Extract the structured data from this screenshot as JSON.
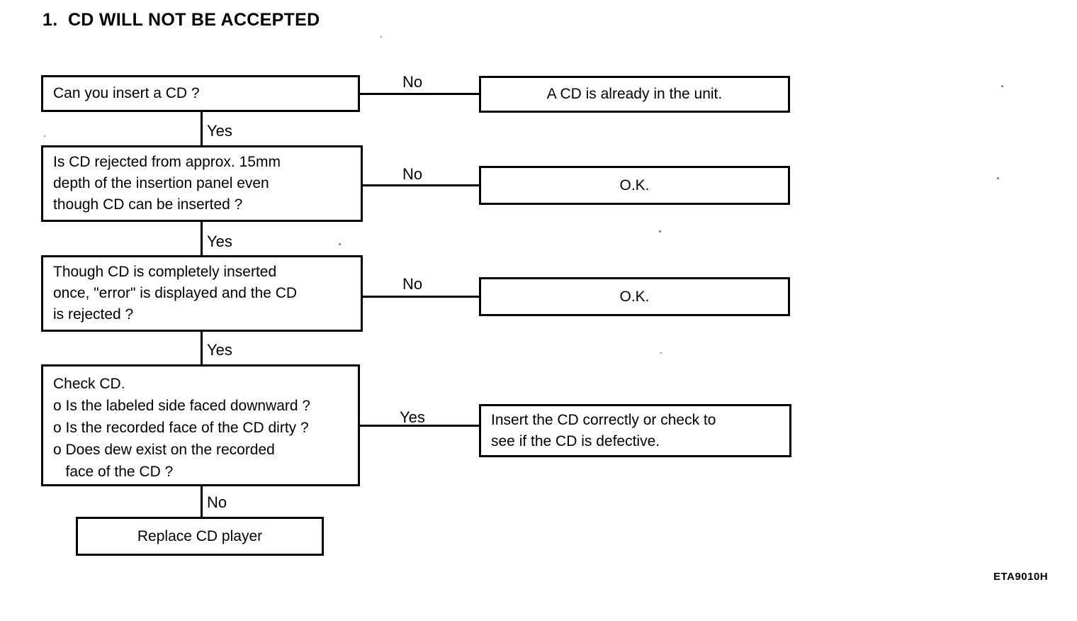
{
  "document": {
    "title": "1.  CD WILL NOT BE ACCEPTED",
    "code": "ETA9010H",
    "ink_color": "#000000",
    "paper_color": "#ffffff"
  },
  "flowchart": {
    "type": "troubleshooting-flowchart",
    "nodes": [
      {
        "id": "q1",
        "kind": "decision",
        "text": "Can you insert a CD ?",
        "lines": [
          "Can you insert a CD ?"
        ]
      },
      {
        "id": "r1",
        "kind": "result",
        "text": "A CD is already in the unit.",
        "lines": [
          "A CD is already in the unit."
        ]
      },
      {
        "id": "q2",
        "kind": "decision",
        "text": "Is CD rejected from approx. 15mm depth of the insertion panel even though CD can be inserted ?",
        "lines": [
          "Is CD rejected from approx. 15mm",
          "depth of the insertion panel even",
          "though CD can be inserted ?"
        ]
      },
      {
        "id": "r2",
        "kind": "result",
        "text": "O.K.",
        "lines": [
          "O.K."
        ]
      },
      {
        "id": "q3",
        "kind": "decision",
        "text": "Though CD is completely inserted once, \"error\" is displayed and the CD is rejected ?",
        "lines": [
          "Though CD is completely inserted",
          "once, \"error\" is displayed and the CD",
          "is rejected ?"
        ]
      },
      {
        "id": "r3",
        "kind": "result",
        "text": "O.K.",
        "lines": [
          "O.K."
        ]
      },
      {
        "id": "q4",
        "kind": "decision",
        "heading": "Check CD.",
        "bullets": [
          "o Is the labeled side faced downward ?",
          "o Is the recorded face of the CD dirty ?",
          "o Does dew exist on the recorded",
          "   face of the CD ?"
        ]
      },
      {
        "id": "r4",
        "kind": "result",
        "text": "Insert the CD correctly or check to see if the CD is defective.",
        "lines": [
          "Insert the CD correctly or check to",
          "see if the CD is defective."
        ]
      },
      {
        "id": "r5",
        "kind": "action",
        "text": "Replace CD player",
        "lines": [
          "Replace CD player"
        ]
      }
    ],
    "branch_labels": {
      "q1_no": "No",
      "q1_yes": "Yes",
      "q2_no": "No",
      "q2_yes": "Yes",
      "q3_no": "No",
      "q3_yes": "Yes",
      "q4_yes": "Yes",
      "q4_no": "No"
    }
  }
}
